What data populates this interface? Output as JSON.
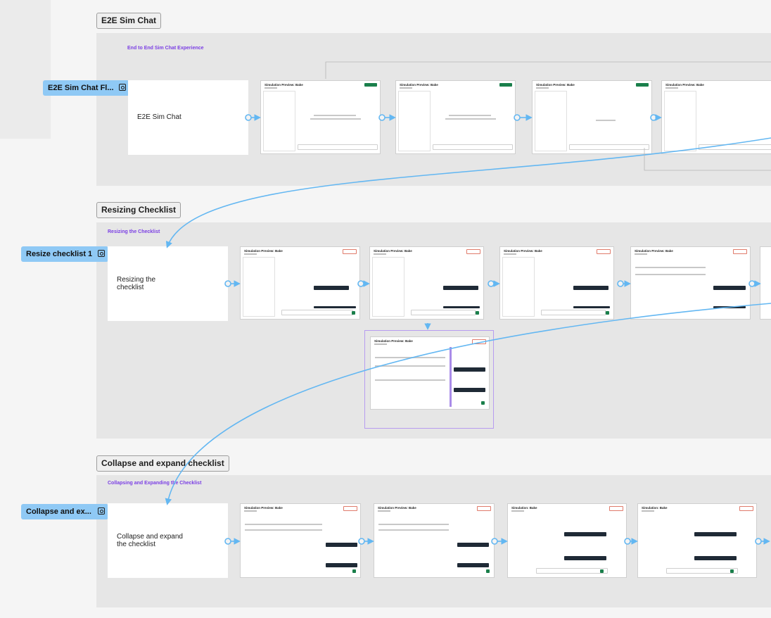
{
  "sections": [
    {
      "title": "E2E Sim Chat",
      "subtitle": "End to End Sim Chat Experience",
      "flow_tag": "E2E Sim Chat Fl...",
      "start_card": "E2E Sim Chat"
    },
    {
      "title": "Resizing Checklist",
      "subtitle": "Resizing the Checklist",
      "flow_tag": "Resize checklist 1",
      "start_card": "Resizing the checklist"
    },
    {
      "title": "Collapse and expand checklist",
      "subtitle": "Collapsing and Expanding the Checklist",
      "flow_tag": "Collapse and ex...",
      "start_card": "Collapse and expand the checklist"
    }
  ],
  "frames": {
    "row1": [
      "Simulation Preview: Bake",
      "Simulation Preview: Bake",
      "Simulation Preview: Bake",
      "Simulation Preview: Bake"
    ],
    "row2": [
      "Simulation Preview: Bake",
      "Simulation Preview: Bake",
      "Simulation Preview: Bake",
      "Simulation Preview: Bake"
    ],
    "row2_extra": "Simulation Preview: Bake",
    "row3": [
      "Simulation Preview: Bake",
      "Simulation Preview: Bake",
      "Simulation: Bake",
      "Simulation: Bake"
    ]
  },
  "colors": {
    "accent_blue": "#8fc9f5",
    "connector": "#63b7f2",
    "note_purple": "#7b3fe4",
    "send_green": "#1a7f4b"
  }
}
